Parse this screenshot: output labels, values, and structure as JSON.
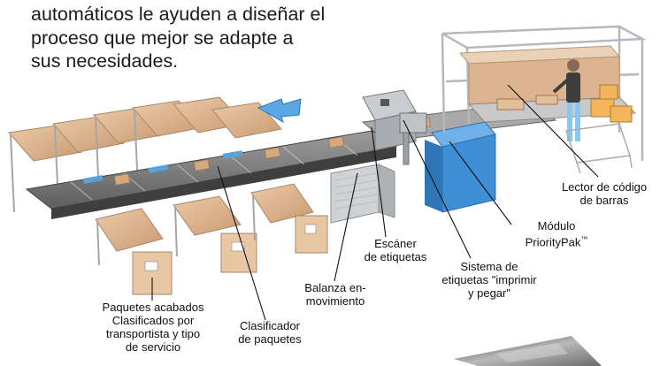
{
  "intro": {
    "lines": [
      "automáticos le ayuden a diseñar el",
      "proceso que mejor se adapte a",
      "sus necesidades."
    ]
  },
  "labels": {
    "paquetes_acabados": [
      "Paquetes acabados",
      "Clasificados por",
      "transportista y tipo",
      "de servicio"
    ],
    "clasificador": [
      "Clasificador",
      "de paquetes"
    ],
    "balanza": [
      "Balanza en-",
      "movimiento"
    ],
    "escaner": [
      "Escáner",
      "de etiquetas"
    ],
    "sistema": [
      "Sistema de",
      "etiquetas \"imprimir",
      "y pegar\""
    ],
    "modulo": [
      "Módulo",
      "PriorityPak"
    ],
    "modulo_tm": "™",
    "lector": [
      "Lector de código",
      "de barras"
    ]
  },
  "colors": {
    "conveyor": "#8f8f8f",
    "chute": "#dcb48f",
    "frame": "#b5b9bd",
    "blue": "#3f8fd6",
    "arrow": "#5aa7e6"
  }
}
